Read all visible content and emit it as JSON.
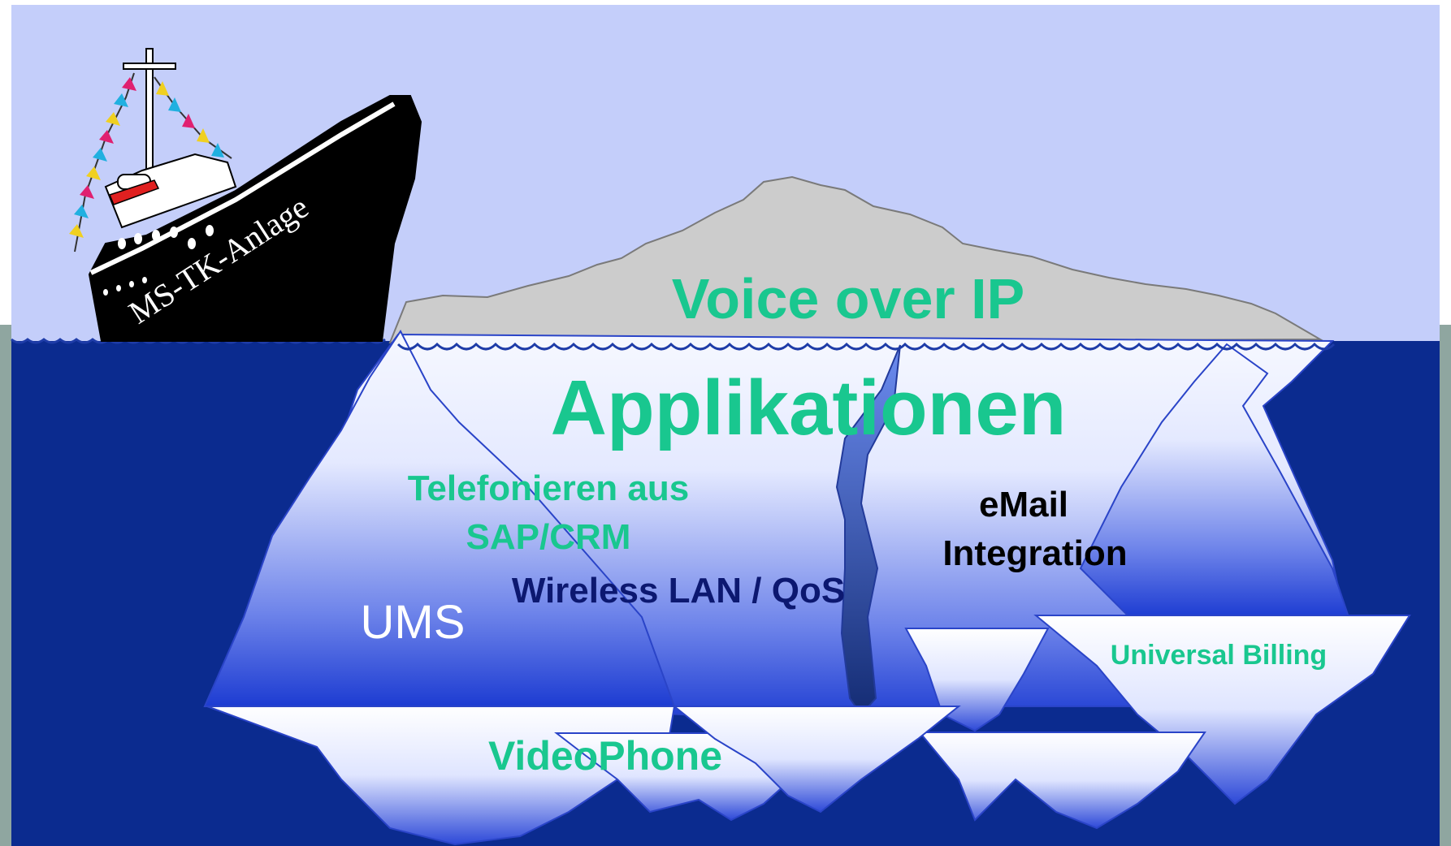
{
  "colors": {
    "sky": "#c4cefa",
    "sea": "#0b2b8f",
    "ice_light": "#f6f8ff",
    "ice_mid": "#6e84ea",
    "ice_dark": "#1d3cd2",
    "ice_stroke": "#2a44c8",
    "above_water": "#cccccc",
    "green_label": "#19c78f",
    "navy_label": "#0c1870",
    "white_label": "#ffffff",
    "black_label": "#000000"
  },
  "ship": {
    "name": "MS-TK-Anlage",
    "icon": "ship-icon"
  },
  "iceberg": {
    "tip_label": "Voice over IP",
    "main_label": "Applikationen",
    "items": {
      "telefonieren_line1": "Telefonieren aus",
      "telefonieren_line2": "SAP/CRM",
      "wlan": "Wireless LAN / QoS",
      "ums": "UMS",
      "email_line1": "eMail",
      "email_line2": "Integration",
      "billing": "Universal Billing",
      "videophone": "VideoPhone"
    }
  }
}
